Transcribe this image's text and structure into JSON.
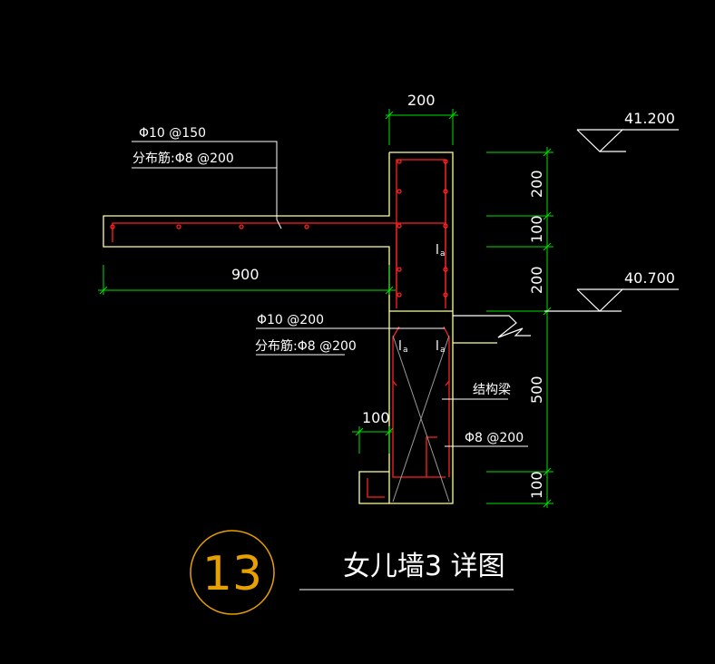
{
  "drawing": {
    "colors": {
      "background": "#000000",
      "outline": "#ffff99",
      "rebar": "#ff2020",
      "dimension": "#00e000",
      "text": "#ffffff",
      "leader": "#ffffff",
      "detail_circle": "#e8a000"
    },
    "dimensions": {
      "wall_width": "200",
      "slab_length": "900",
      "ledge_width": "100",
      "vertical": [
        "200",
        "100",
        "200",
        "500",
        "100"
      ]
    },
    "elevations": {
      "top": "41.200",
      "lower": "40.700"
    },
    "annotations": {
      "slab_rebar_main": "Φ10 @150",
      "slab_rebar_dist": "分布筋:Φ8 @200",
      "wall_rebar_main": "Φ10 @200",
      "wall_rebar_dist": "分布筋:Φ8 @200",
      "structural_beam": "结构梁",
      "stirrup": "Φ8 @200",
      "lap_length": "l",
      "lap_sub": "a"
    },
    "detail_number": "13",
    "title": "女儿墙3 详图"
  }
}
